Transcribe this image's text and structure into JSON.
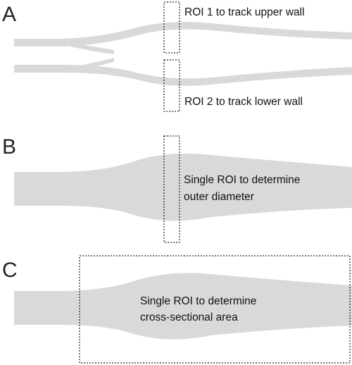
{
  "panels": [
    {
      "letter": "A",
      "labels": [
        "ROI 1 to track upper wall",
        "ROI 2 to track lower wall"
      ]
    },
    {
      "letter": "B",
      "labels": [
        "Single ROI to determine",
        "outer diameter"
      ]
    },
    {
      "letter": "C",
      "labels": [
        "Single ROI to determine",
        "cross-sectional area"
      ]
    }
  ],
  "colors": {
    "vessel_fill": "#d9d9d9",
    "roi_border": "#222222",
    "text": "#111111"
  }
}
